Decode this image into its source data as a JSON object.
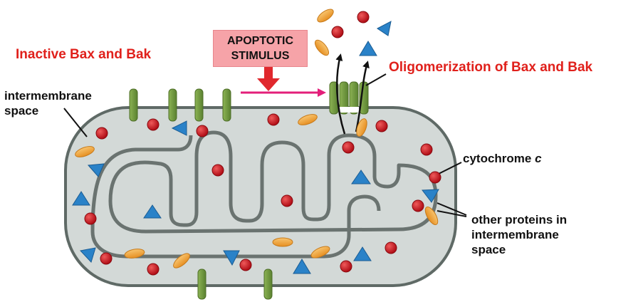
{
  "labels": {
    "inactive": "Inactive Bax and Bak",
    "oligomerization": "Oligomerization of Bax and Bak",
    "intermembrane_line1": "intermembrane",
    "intermembrane_line2": "space",
    "stimulus_line1": "APOPTOTIC",
    "stimulus_line2": "STIMULUS",
    "cytochrome_word": "cytochrome ",
    "cytochrome_c": "c",
    "other_line1": "other proteins in",
    "other_line2": "intermembrane",
    "other_line3": "space"
  },
  "colors": {
    "label_red": "#e0201b",
    "membrane_fill": "#d3d9d7",
    "membrane_outline": "#5f6a66",
    "bax_green": "#6f9a3a",
    "cytochrome_red": "#c4121b",
    "protein_blue": "#2a82c8",
    "protein_orange": "#f2a640",
    "stimulus_box": "#f6a3a8",
    "stimulus_arrow": "#e0282d",
    "signal_arrow": "#e31f7a"
  },
  "icons": {
    "cytochrome": "red-sphere",
    "protein_a": "blue-triangle",
    "protein_b": "orange-ellipse",
    "bax_bak": "green-rod"
  }
}
